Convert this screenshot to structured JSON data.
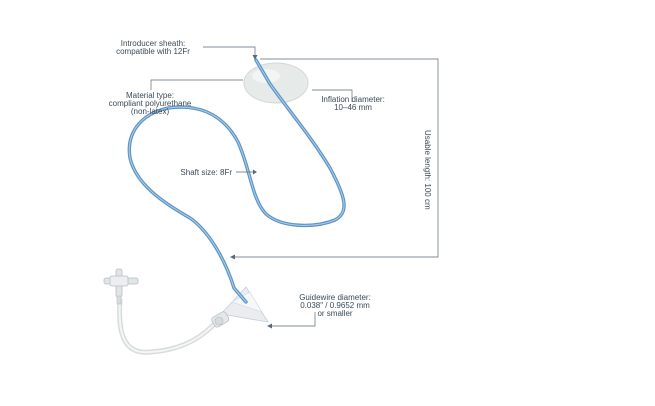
{
  "labels": {
    "introducer_line1": "Introducer sheath:",
    "introducer_line2": "compatible with 12Fr",
    "material_line1": "Material type:",
    "material_line2": "compliant polyurethane",
    "material_line3": "(non-latex)",
    "inflation_line1": "Inflation diameter:",
    "inflation_line2": "10–46 mm",
    "usable_length": "Usable length: 100 cm",
    "shaft_size": "Shaft size: 8Fr",
    "guidewire_line1": "Guidewire diameter:",
    "guidewire_line2": "0.038\" / 0.9652 mm",
    "guidewire_line3": "or smaller"
  },
  "colors": {
    "catheter": "#5b93c4",
    "catheter_highlight": "#a9cbe8",
    "annotation": "#5a6878",
    "balloon": "#e7ebe9",
    "tubing": "#dfe3e4"
  }
}
